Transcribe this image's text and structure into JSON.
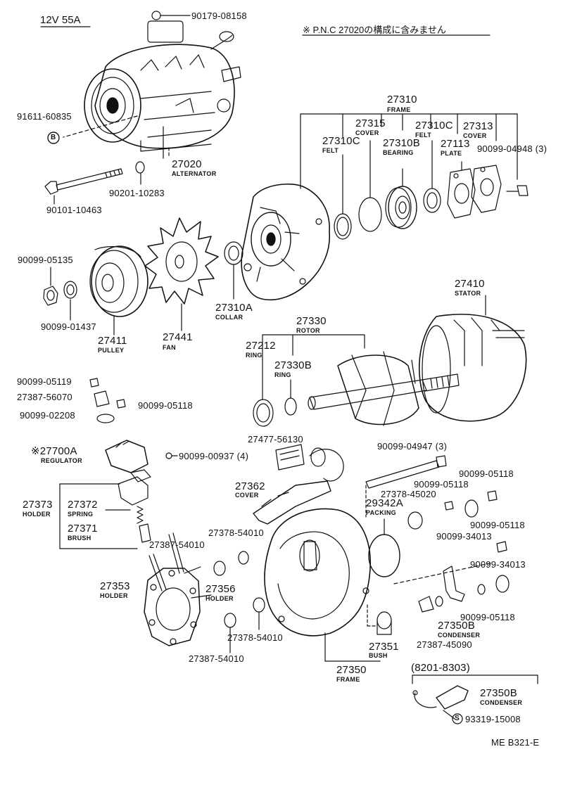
{
  "header": {
    "voltage": "12V 55A",
    "note": "※ P.N.C 27020の構成に含みません",
    "range": "(8201-8303)",
    "code": "ME B321-E"
  },
  "labels": {
    "p90179_08158": "90179-08158",
    "p91611_60835": "91611-60835",
    "p27020": "27020",
    "p27020_name": "ALTERNATOR",
    "p90201_10283": "90201-10283",
    "p90101_10463": "90101-10463",
    "p27310": "27310",
    "p27310_name": "FRAME",
    "p27315": "27315",
    "p27315_name": "COVER",
    "p27310c_a": "27310C",
    "p27310c_a_name": "FELT",
    "p27310b": "27310B",
    "p27310b_name": "BEARING",
    "p27310c_b": "27310C",
    "p27310c_b_name": "FELT",
    "p27113": "27113",
    "p27113_name": "PLATE",
    "p27313": "27313",
    "p27313_name": "COVER",
    "p90099_04948": "90099-04948 (3)",
    "p90099_05135": "90099-05135",
    "p90099_01437": "90099-01437",
    "p27411": "27411",
    "p27411_name": "PULLEY",
    "p27441": "27441",
    "p27441_name": "FAN",
    "p27310a": "27310A",
    "p27310a_name": "COLLAR",
    "p27410": "27410",
    "p27410_name": "STATOR",
    "p27330": "27330",
    "p27330_name": "ROTOR",
    "p27212": "27212",
    "p27212_name": "RING",
    "p27330b": "27330B",
    "p27330b_name": "RING",
    "p90099_05119": "90099-05119",
    "p27387_56070": "27387-56070",
    "p90099_05118_a": "90099-05118",
    "p90099_02208": "90099-02208",
    "p27700a": "※27700A",
    "p27700a_name": "REGULATOR",
    "p90099_00937": "90099-00937 (4)",
    "p27477_56130": "27477-56130",
    "p90099_04947": "90099-04947 (3)",
    "p90099_05118_b": "90099-05118",
    "p27362": "27362",
    "p27362_name": "COVER",
    "p27378_45020": "27378-45020",
    "p90099_05118_c": "90099-05118",
    "p27373": "27373",
    "p27373_name": "HOLDER",
    "p27372": "27372",
    "p27372_name": "SPRING",
    "p27371": "27371",
    "p27371_name": "BRUSH",
    "p29342a": "29342A",
    "p29342a_name": "PACKING",
    "p90099_05118_d": "90099-05118",
    "p90099_34013_a": "90099-34013",
    "p27378_54010_a": "27378-54010",
    "p27387_54010_a": "27387-54010",
    "p90099_34013_b": "90099-34013",
    "p27353": "27353",
    "p27353_name": "HOLDER",
    "p27356": "27356",
    "p27356_name": "HOLDER",
    "p90099_05118_e": "90099-05118",
    "p27350b_a": "27350B",
    "p27350b_a_name": "CONDENSER",
    "p27387_45090": "27387-45090",
    "p27378_54010_b": "27378-54010",
    "p27387_54010_b": "27387-54010",
    "p27351": "27351",
    "p27351_name": "BUSH",
    "p27350": "27350",
    "p27350_name": "FRAME",
    "p27350b_b": "27350B",
    "p27350b_b_name": "CONDENSER",
    "p93319_15008": "93319-15008",
    "mark_b": "B",
    "mark_s": "S"
  }
}
